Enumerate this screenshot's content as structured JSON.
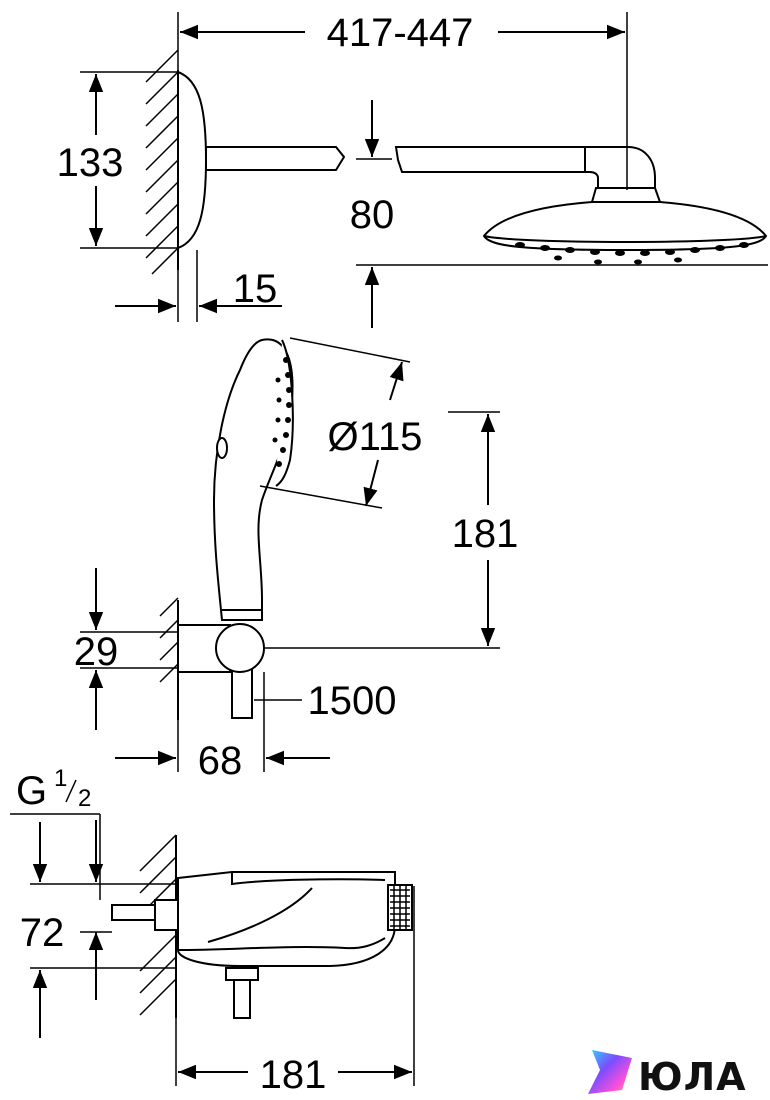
{
  "overhead_shower": {
    "width_label": "417-447",
    "height_label": "133",
    "drop_label": "80",
    "flange_label": "15"
  },
  "hand_shower": {
    "diameter_label": "Ø115",
    "length_label": "181",
    "holder_label": "29",
    "hose_label": "1500",
    "projection_label": "68"
  },
  "thermostat": {
    "thread_main": "G",
    "thread_num": "1",
    "thread_den": "2",
    "height_label": "72",
    "width_label": "181"
  },
  "logo": {
    "text": "ЮЛА",
    "colors": [
      "#7b4dff",
      "#ff4fd8",
      "#2fd6ff",
      "#ffb347"
    ]
  }
}
